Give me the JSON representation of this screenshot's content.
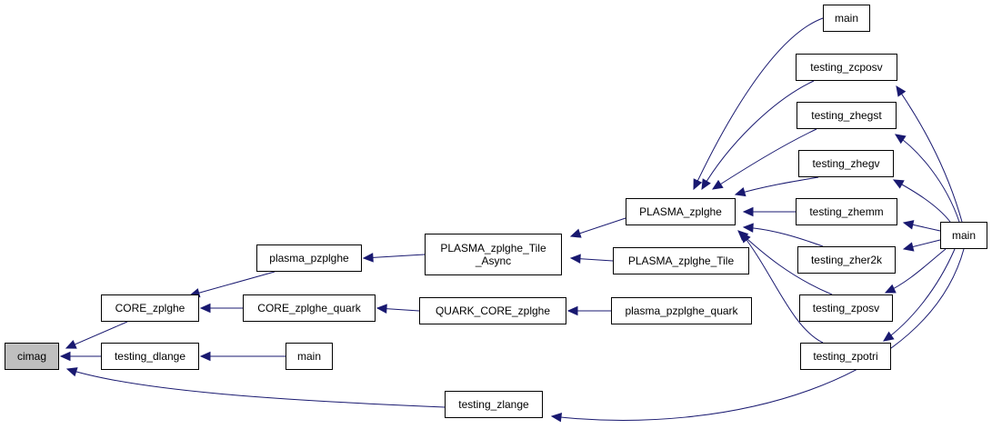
{
  "diagram": {
    "type": "doxygen-caller-graph",
    "focus_function": "cimag",
    "colors": {
      "edge": "#191970",
      "focus_fill": "#bfbfbf",
      "node_fill": "#ffffff",
      "node_border": "#000000"
    },
    "nodes": [
      {
        "id": "cimag",
        "label": "cimag",
        "focus": true
      },
      {
        "id": "core_zplghe",
        "label": "CORE_zplghe"
      },
      {
        "id": "testing_dlange",
        "label": "testing_dlange"
      },
      {
        "id": "testing_zlange",
        "label": "testing_zlange"
      },
      {
        "id": "plasma_pzplghe",
        "label": "plasma_pzplghe"
      },
      {
        "id": "core_zplghe_quark",
        "label": "CORE_zplghe_quark"
      },
      {
        "id": "main_dlange",
        "label": "main"
      },
      {
        "id": "plasma_zplghe_tile_async",
        "label": "PLASMA_zplghe_Tile\n_Async"
      },
      {
        "id": "quark_core_zplghe",
        "label": "QUARK_CORE_zplghe"
      },
      {
        "id": "plasma_zplghe",
        "label": "PLASMA_zplghe"
      },
      {
        "id": "plasma_zplghe_tile",
        "label": "PLASMA_zplghe_Tile"
      },
      {
        "id": "plasma_pzplghe_quark",
        "label": "plasma_pzplghe_quark"
      },
      {
        "id": "main_top",
        "label": "main"
      },
      {
        "id": "testing_zcposv",
        "label": "testing_zcposv"
      },
      {
        "id": "testing_zhegst",
        "label": "testing_zhegst"
      },
      {
        "id": "testing_zhegv",
        "label": "testing_zhegv"
      },
      {
        "id": "testing_zhemm",
        "label": "testing_zhemm"
      },
      {
        "id": "testing_zher2k",
        "label": "testing_zher2k"
      },
      {
        "id": "testing_zposv",
        "label": "testing_zposv"
      },
      {
        "id": "testing_zpotri",
        "label": "testing_zpotri"
      },
      {
        "id": "main_right",
        "label": "main"
      }
    ],
    "edges": [
      {
        "from": "core_zplghe",
        "to": "cimag"
      },
      {
        "from": "testing_dlange",
        "to": "cimag"
      },
      {
        "from": "testing_zlange",
        "to": "cimag"
      },
      {
        "from": "plasma_pzplghe",
        "to": "core_zplghe"
      },
      {
        "from": "core_zplghe_quark",
        "to": "core_zplghe"
      },
      {
        "from": "main_dlange",
        "to": "testing_dlange"
      },
      {
        "from": "plasma_zplghe_tile_async",
        "to": "plasma_pzplghe"
      },
      {
        "from": "quark_core_zplghe",
        "to": "core_zplghe_quark"
      },
      {
        "from": "plasma_zplghe",
        "to": "plasma_zplghe_tile_async"
      },
      {
        "from": "plasma_zplghe_tile",
        "to": "plasma_zplghe_tile_async"
      },
      {
        "from": "plasma_pzplghe_quark",
        "to": "quark_core_zplghe"
      },
      {
        "from": "main_top",
        "to": "plasma_zplghe"
      },
      {
        "from": "testing_zcposv",
        "to": "plasma_zplghe"
      },
      {
        "from": "testing_zhegst",
        "to": "plasma_zplghe"
      },
      {
        "from": "testing_zhegv",
        "to": "plasma_zplghe"
      },
      {
        "from": "testing_zhemm",
        "to": "plasma_zplghe"
      },
      {
        "from": "testing_zher2k",
        "to": "plasma_zplghe"
      },
      {
        "from": "testing_zposv",
        "to": "plasma_zplghe"
      },
      {
        "from": "testing_zpotri",
        "to": "plasma_zplghe"
      },
      {
        "from": "main_right",
        "to": "testing_zcposv"
      },
      {
        "from": "main_right",
        "to": "testing_zhegst"
      },
      {
        "from": "main_right",
        "to": "testing_zhegv"
      },
      {
        "from": "main_right",
        "to": "testing_zhemm"
      },
      {
        "from": "main_right",
        "to": "testing_zher2k"
      },
      {
        "from": "main_right",
        "to": "testing_zposv"
      },
      {
        "from": "main_right",
        "to": "testing_zpotri"
      },
      {
        "from": "main_right",
        "to": "testing_zlange"
      }
    ]
  }
}
